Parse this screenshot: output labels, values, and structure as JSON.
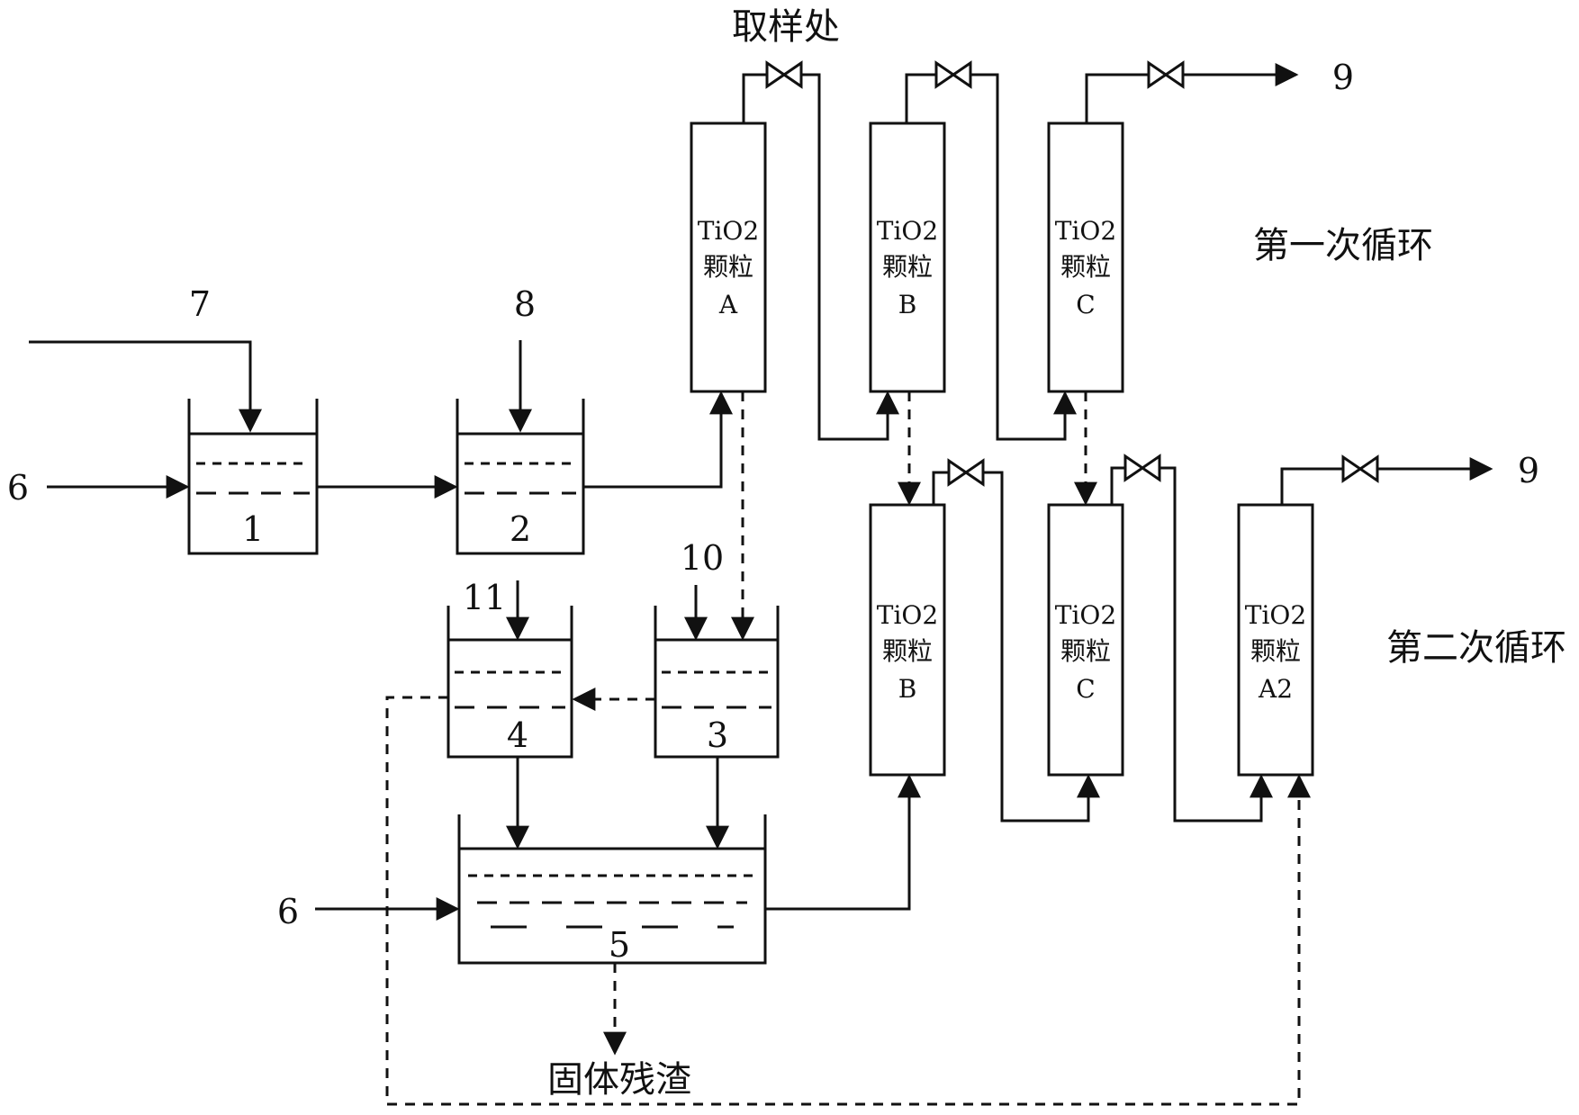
{
  "diagram": {
    "sampling_label": "取样处",
    "first_cycle_label": "第一次循环",
    "second_cycle_label": "第二次循环",
    "solid_residue_label": "固体残渣",
    "tanks": {
      "t1": "1",
      "t2": "2",
      "t3": "3",
      "t4": "4",
      "t5": "5"
    },
    "inputs": {
      "in6_top": "6",
      "in7": "7",
      "in8": "8",
      "in10": "10",
      "in11": "11",
      "in6_bottom": "6"
    },
    "outputs": {
      "out9_top": "9",
      "out9_bottom": "9"
    },
    "columns": {
      "col_A": [
        "TiO2",
        "颗粒",
        "A"
      ],
      "col_B1": [
        "TiO2",
        "颗粒",
        "B"
      ],
      "col_C1": [
        "TiO2",
        "颗粒",
        "C"
      ],
      "col_B2": [
        "TiO2",
        "颗粒",
        "B"
      ],
      "col_C2": [
        "TiO2",
        "颗粒",
        "C"
      ],
      "col_A2": [
        "TiO2",
        "颗粒",
        "A2"
      ]
    }
  }
}
